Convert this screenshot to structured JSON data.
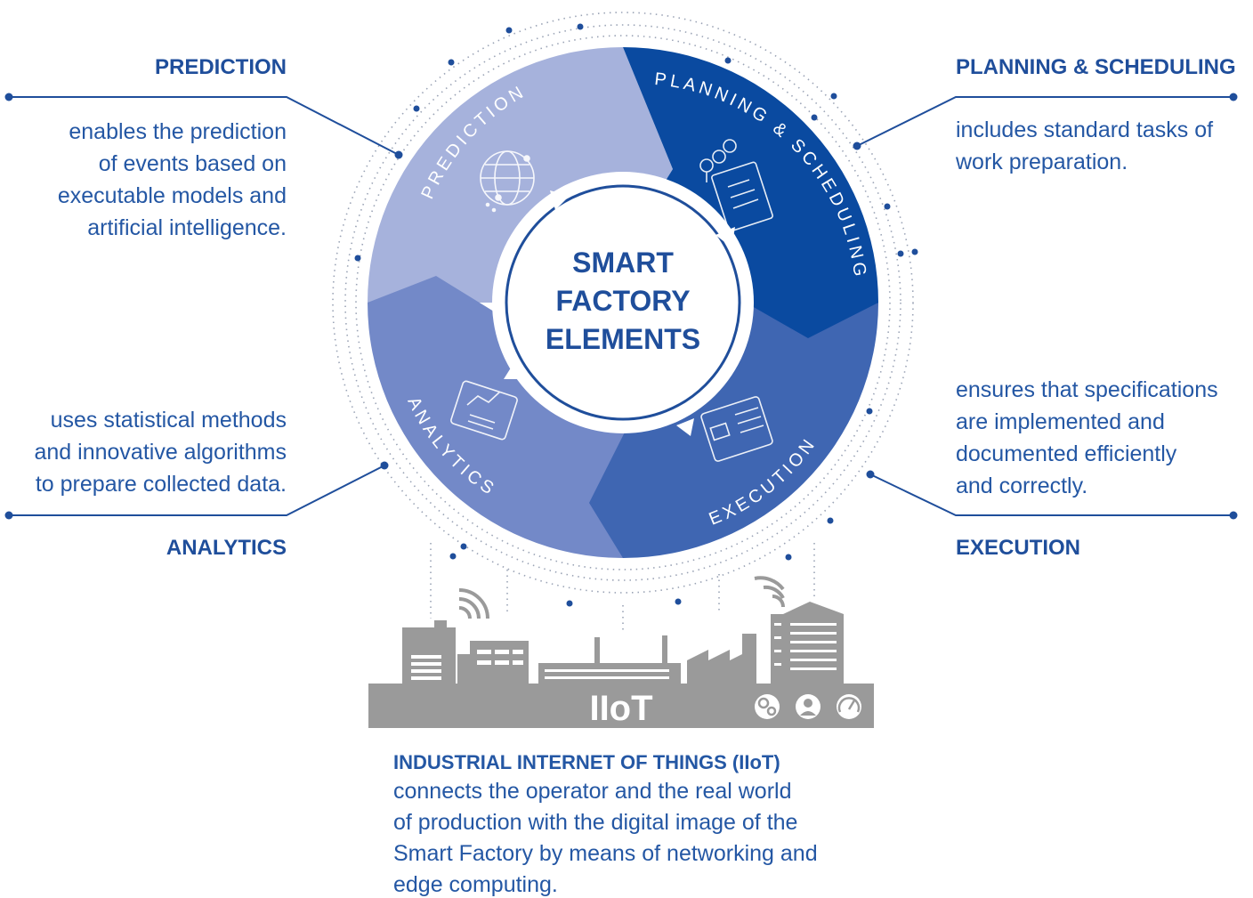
{
  "center": {
    "lines": [
      "SMART",
      "FACTORY",
      "ELEMENTS"
    ]
  },
  "segments": {
    "prediction": "PREDICTION",
    "planning": "PLANNING & SCHEDULING",
    "execution": "EXECUTION",
    "analytics": "ANALYTICS"
  },
  "labels": {
    "prediction": {
      "title": "PREDICTION",
      "lines": [
        "enables the prediction",
        "of events based on",
        "executable models and",
        "artificial intelligence."
      ]
    },
    "planning": {
      "title": "PLANNING & SCHEDULING",
      "lines": [
        "includes standard tasks of",
        "work preparation."
      ]
    },
    "analytics": {
      "title": "ANALYTICS",
      "lines": [
        "uses statistical methods",
        "and innovative algorithms",
        "to prepare collected data."
      ]
    },
    "execution": {
      "title": "EXECUTION",
      "lines": [
        "ensures that specifications",
        "are implemented and",
        "documented efficiently",
        "and correctly."
      ]
    }
  },
  "factory": {
    "label": "IIoT"
  },
  "iiot": {
    "title": "INDUSTRIAL INTERNET OF THINGS (IIoT)",
    "lines": [
      "connects the operator and the real world",
      "of production with the digital image of the",
      "Smart Factory by means of networking and",
      "edge computing."
    ]
  },
  "colors": {
    "prediction": "#a6b2dc",
    "planning": "#0a4aa0",
    "execution": "#3f66b2",
    "analytics": "#7389c8",
    "text": "#1f4e9b",
    "factory": "#9a9a9a"
  },
  "icons": [
    "globe-network-icon",
    "planning-board-icon",
    "analytics-tablet-icon",
    "execution-screen-icon",
    "gears-icon",
    "worker-icon",
    "gauge-icon",
    "wifi-signal-icon"
  ]
}
